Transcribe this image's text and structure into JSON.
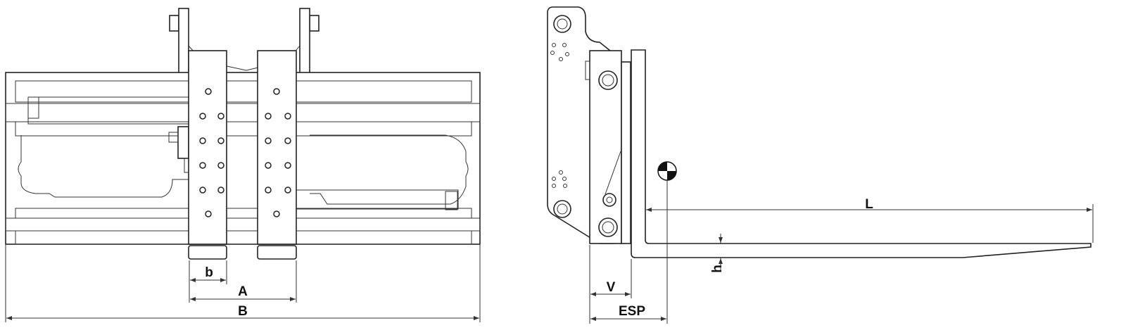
{
  "dimensions": {
    "b": "b",
    "A": "A",
    "B": "B",
    "L": "L",
    "h": "h",
    "V": "V",
    "ESP": "ESP"
  },
  "views": [
    "front-view",
    "side-view"
  ],
  "colors": {
    "line": "#222222",
    "background": "#ffffff"
  }
}
